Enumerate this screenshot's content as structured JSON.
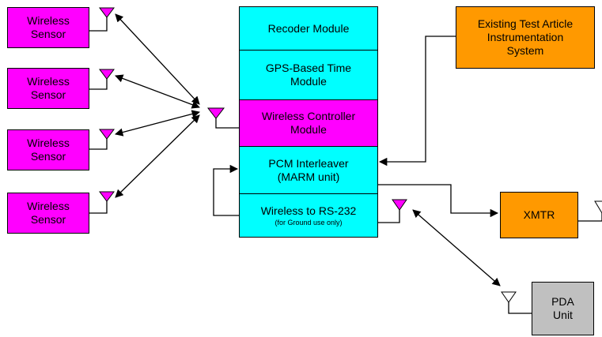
{
  "colors": {
    "sensor": "#ff00ff",
    "module": "#00ffff",
    "controller": "#ff00ff",
    "external": "#ff9900",
    "pda": "#c0c0c0",
    "antenna": "#ff00ff"
  },
  "sensors": [
    {
      "line1": "Wireless",
      "line2": "Sensor"
    },
    {
      "line1": "Wireless",
      "line2": "Sensor"
    },
    {
      "line1": "Wireless",
      "line2": "Sensor"
    },
    {
      "line1": "Wireless",
      "line2": "Sensor"
    }
  ],
  "modules": {
    "recorder": {
      "line1": "Recoder Module"
    },
    "gps": {
      "line1": "GPS-Based Time",
      "line2": "Module"
    },
    "controller": {
      "line1": "Wireless Controller",
      "line2": "Module"
    },
    "pcm": {
      "line1": "PCM Interleaver",
      "line2": "(MARM unit)"
    },
    "rs232": {
      "line1": "Wireless to RS-232",
      "line2": "(for Ground use only)"
    }
  },
  "existing": {
    "line1": "Existing Test Article",
    "line2": "Instrumentation",
    "line3": "System"
  },
  "xmtr": {
    "label": "XMTR"
  },
  "pda": {
    "line1": "PDA",
    "line2": "Unit"
  }
}
